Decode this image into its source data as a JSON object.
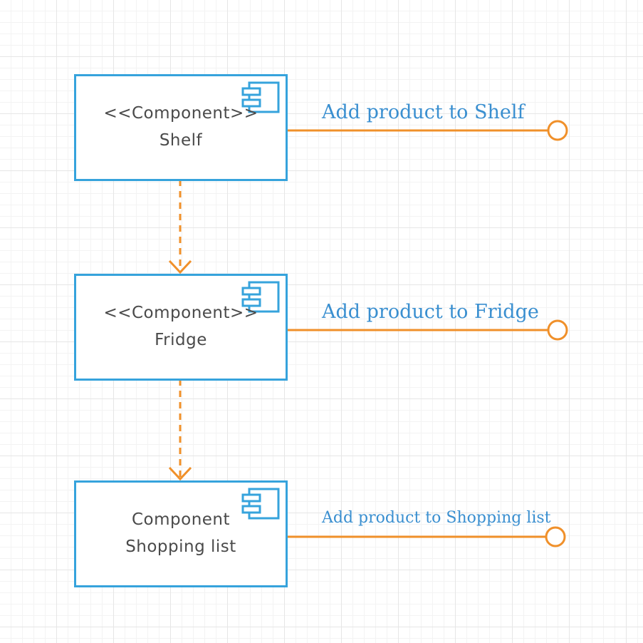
{
  "diagram": {
    "components": [
      {
        "stereotype": "<<Component>>",
        "name": "Shelf",
        "icon": "component-icon"
      },
      {
        "stereotype": "<<Component>>",
        "name": "Fridge",
        "icon": "component-icon"
      },
      {
        "stereotype": "Component",
        "name": "Shopping list",
        "icon": "component-icon"
      }
    ],
    "interfaces": [
      {
        "label": "Add product to Shelf"
      },
      {
        "label": "Add product to Fridge"
      },
      {
        "label": "Add product to Shopping list"
      }
    ],
    "dependencies": [
      {
        "from": "Shelf",
        "to": "Fridge",
        "style": "dashed-arrow"
      },
      {
        "from": "Fridge",
        "to": "Shopping list",
        "style": "dashed-arrow"
      }
    ],
    "colors": {
      "component_border": "#36a3dc",
      "connector": "#f0902a",
      "interface_label": "#3a8fd0",
      "text": "#4a4a4a",
      "grid": "#e6e6e6"
    }
  }
}
